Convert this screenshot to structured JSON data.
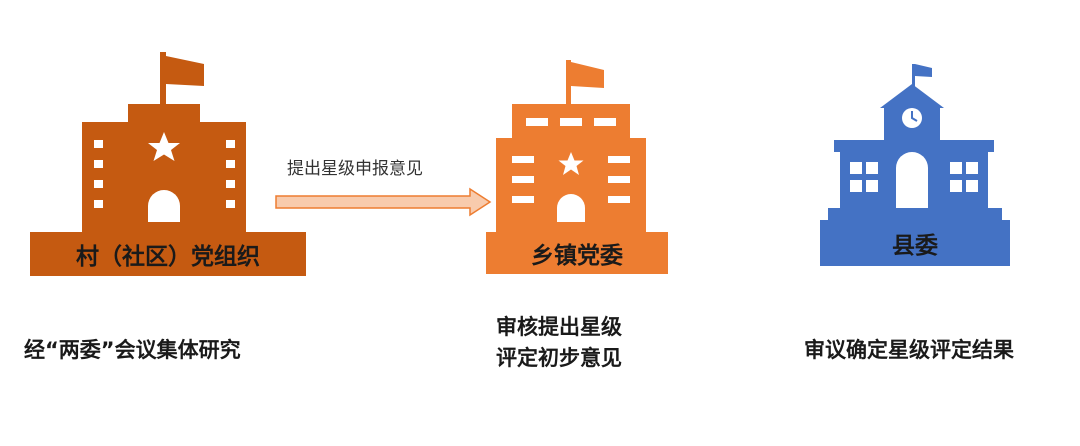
{
  "colors": {
    "village": "#c55a11",
    "town": "#ed7d31",
    "county": "#4472c4",
    "arrow_fill": "#f8cbad",
    "arrow_stroke": "#ed7d31"
  },
  "nodes": [
    {
      "id": "village",
      "badge": "村（社区）党组织",
      "caption": [
        "经“两委”会议集体研究"
      ]
    },
    {
      "id": "town",
      "badge": "乡镇党委",
      "caption": [
        "审核提出星级",
        "评定初步意见"
      ]
    },
    {
      "id": "county",
      "badge": "县委",
      "caption": [
        "审议确定星级评定结果"
      ]
    }
  ],
  "arrow": {
    "label": "提出星级申报意见"
  }
}
